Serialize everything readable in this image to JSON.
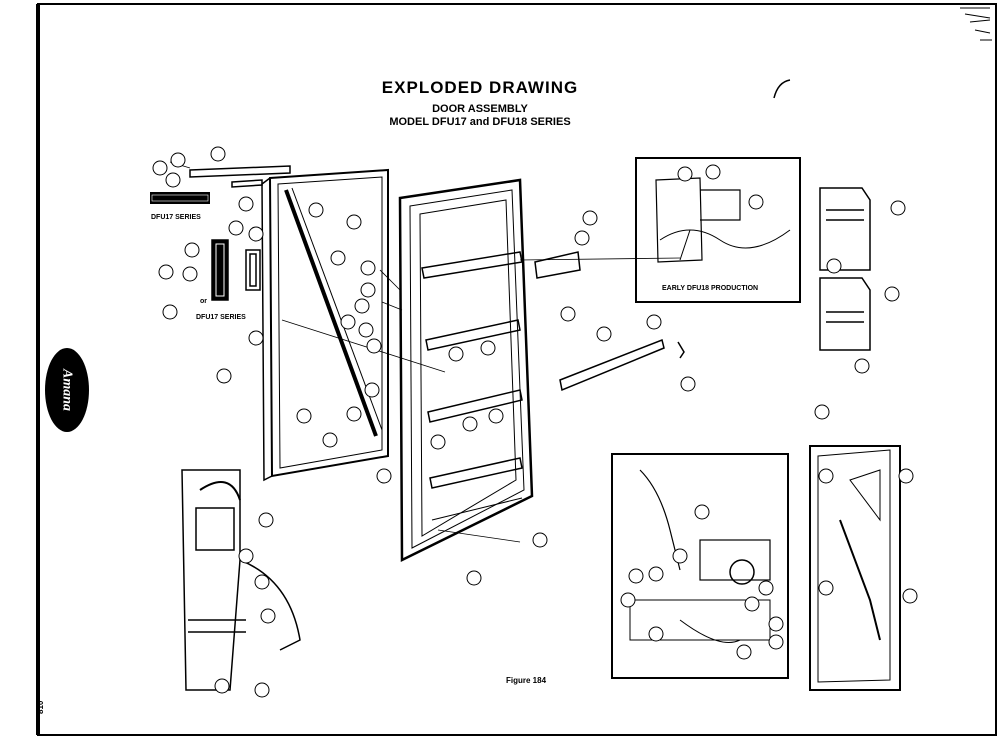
{
  "header": {
    "title": "EXPLODED DRAWING",
    "subtitle1": "DOOR ASSEMBLY",
    "subtitle2": "MODEL DFU17 and DFU18 SERIES"
  },
  "labels": {
    "dfu17_series": "DFU17 SERIES",
    "dfu17_series_2": "DFU17 SERIES",
    "or": "or",
    "early_production": "EARLY DFU18 PRODUCTION",
    "figure": "Figure 184",
    "brand": "Amana",
    "page_margin": "810"
  },
  "colors": {
    "ink": "#000000",
    "paper": "#ffffff"
  }
}
